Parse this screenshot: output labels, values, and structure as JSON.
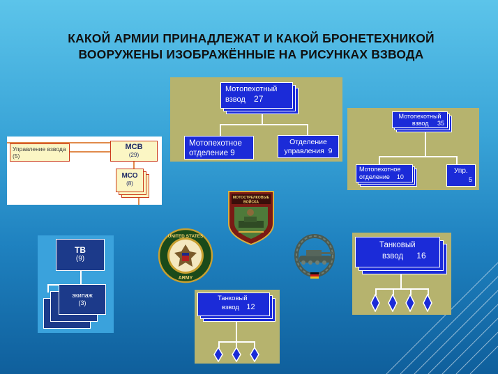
{
  "title": {
    "line1": "КАКОЙ АРМИИ ПРИНАДЛЕЖАТ И КАКОЙ  БРОНЕТЕХНИКОЙ",
    "line2": "ВООРУЖЕНЫ ИЗОБРАЖЁННЫЕ НА РИСУНКАХ ВЗВОДА"
  },
  "panel_us_mech": {
    "root_line1": "Мотопехотный",
    "root_line2": "взвод",
    "root_count": "27",
    "child1_line1": "Мотопехотное",
    "child1_line2": "отделение",
    "child1_count": "9",
    "child2_line1": "Отделение",
    "child2_line2": "управления",
    "child2_count": "9"
  },
  "panel_de_mech": {
    "root_line1": "Мотопехотный",
    "root_line2": "взвод",
    "root_count": "35",
    "child1_line1": "Мотопехотное",
    "child1_line2": "отделение",
    "child1_count": "10",
    "child2_line1": "Упр.",
    "child2_count": "5"
  },
  "panel_ru_msv": {
    "mgmt_label": "Управление взвода (5)",
    "msv_label": "МСВ",
    "msv_count": "(29)",
    "mso_label": "МСО",
    "mso_count": "(8)"
  },
  "panel_ru_tank": {
    "tv_label": "ТВ",
    "tv_count": "(9)",
    "crew_label": "экипаж",
    "crew_count": "(3)"
  },
  "panel_us_tank": {
    "line1": "Танковый",
    "line2": "взвод",
    "count": "12"
  },
  "panel_de_tank": {
    "line1": "Танковый",
    "line2": "взвод",
    "count": "16"
  },
  "emblem_ru": {
    "text1": "МОТОСТРЕЛКОВЫЕ",
    "text2": "ВОЙСКА"
  },
  "emblem_us": {
    "text1": "UNITED STATES",
    "text2": "ARMY"
  },
  "colors": {
    "box_blue": "#1b2bd8",
    "olive": "#b6b36e",
    "ru_box_fill": "#fbf6c4",
    "ru_border": "#cc3a1a"
  }
}
